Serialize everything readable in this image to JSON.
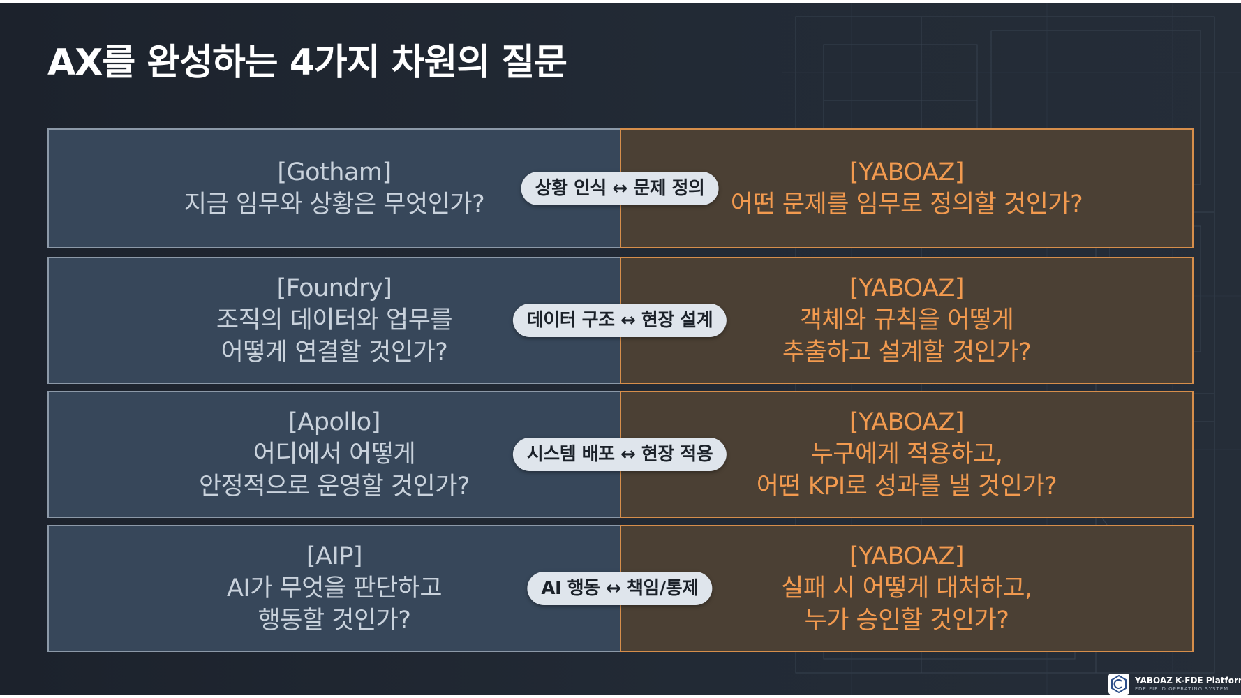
{
  "title": "AX를 완성하는 4가지 차원의 질문",
  "rows": [
    {
      "left": [
        "[Gotham]",
        "지금 임무와 상황은 무엇인가?"
      ],
      "connector": "상황 인식 ↔ 문제 정의",
      "right": [
        "[YABOAZ]",
        "어떤 문제를 임무로 정의할 것인가?"
      ]
    },
    {
      "left": [
        "[Foundry]",
        "조직의 데이터와 업무를",
        "어떻게 연결할 것인가?"
      ],
      "connector": "데이터 구조 ↔ 현장 설계",
      "right": [
        "[YABOAZ]",
        "객체와 규칙을 어떻게",
        "추출하고 설계할 것인가?"
      ]
    },
    {
      "left": [
        "[Apollo]",
        "어디에서 어떻게",
        "안정적으로 운영할 것인가?"
      ],
      "connector": "시스템 배포 ↔ 현장 적용",
      "right": [
        "[YABOAZ]",
        "누구에게 적용하고,",
        "어떤 KPI로 성과를 낼 것인가?"
      ]
    },
    {
      "left": [
        "[AIP]",
        "AI가 무엇을 판단하고",
        "행동할 것인가?"
      ],
      "connector": "AI 행동 ↔ 책임/통제",
      "right": [
        "[YABOAZ]",
        "실패 시 어떻게 대처하고,",
        "누가 승인할 것인가?"
      ]
    }
  ],
  "footer": {
    "brand": "YABOAZ K-FDE Platform",
    "subtitle": "FDE FIELD OPERATING SYSTEM",
    "logo_icon": "hexagon-logo-icon"
  },
  "colors": {
    "background": "#1f2631",
    "left_panel": "#37475a",
    "right_panel": "#4b4034",
    "accent_orange": "#f29a4f",
    "pill": "#dfe5ec"
  }
}
